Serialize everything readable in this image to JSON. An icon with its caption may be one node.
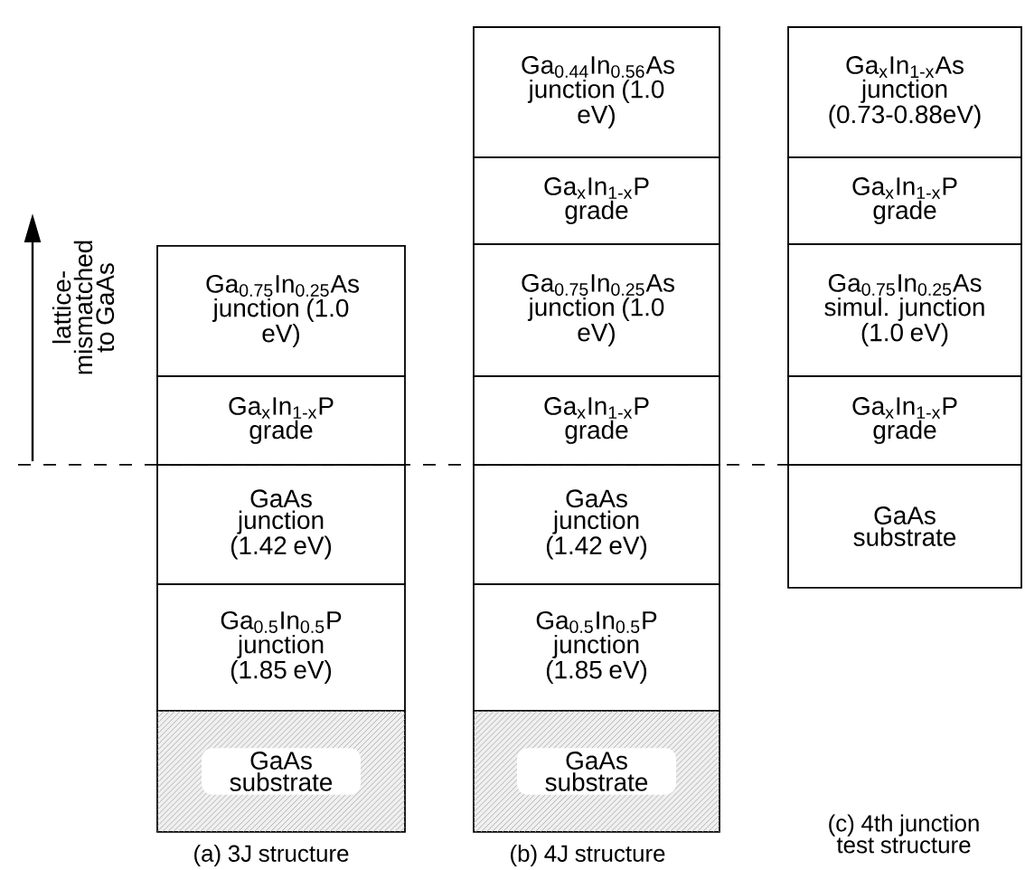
{
  "diagram": {
    "nodes": [
      {
        "text": [
          "Ga$_{0.75}$In$_{0.25}$As junction (1.0 eV)"
        ]
      },
      {
        "text": [
          "Ga$_{x}$In$_{1-x}$P grade"
        ]
      },
      {
        "text": [
          "GaAs junction (1.42 eV)"
        ]
      },
      {
        "text": [
          "Ga$_{0.5}$In$_{0.5}$P junction (1.85 eV)"
        ]
      },
      {
        "text": [
          "GaAs substrate"
        ]
      },
      {
        "text": [
          "Ga$_{0.44}$In$_{0.56}$As junction (1.0 eV)"
        ]
      },
      {
        "text": [
          "Ga$_{x}$In$_{1-x}$P grade"
        ]
      },
      {
        "text": [
          "Ga$_{0.75}$In$_{0.25}$As junction (1.0 eV)"
        ]
      },
      {
        "text": [
          "Ga$_{x}$In$_{1-x}$P grade"
        ]
      },
      {
        "text": [
          "GaAs junction (1.42 eV)"
        ]
      },
      {
        "text": [
          "Ga$_{0.5}$In$_{0.5}$P junction (1.85 eV)"
        ]
      },
      {
        "text": [
          "GaAs substrate"
        ]
      },
      {
        "text": [
          "Ga$_{x}$In$_{1-x}$As junction (0.73-0.88eV)"
        ]
      },
      {
        "text": [
          "Ga$_{x}$In$_{1-x}$P grade"
        ]
      },
      {
        "text": [
          "Ga$_{0.75}$In$_{0.25}$As simul. junction (1.0 eV)"
        ]
      },
      {
        "text": [
          "Ga$_{x}$In$_{1-x}$P grade"
        ]
      },
      {
        "text": [
          "GaAs substrate"
        ]
      }
    ],
    "labels": [
      "lattice-mismatched to GaAs",
      "(a) 3J structure",
      "(b) 4J structure",
      "(c) 4th junction test structure"
    ]
  }
}
